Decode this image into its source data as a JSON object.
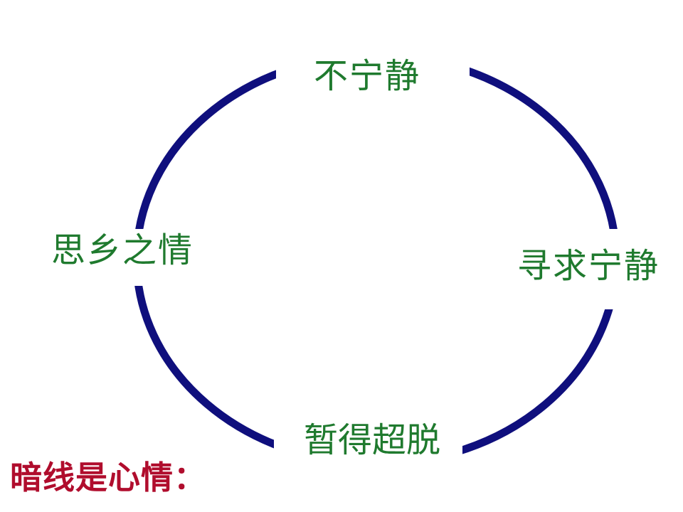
{
  "diagram": {
    "labels": {
      "top": "不宁静",
      "right": "寻求宁静",
      "bottom": "暂得超脱",
      "left": "思乡之情"
    },
    "caption": "暗线是心情：",
    "colors": {
      "circle": "#0F0F7D",
      "label": "#1F7A2E",
      "caption": "#B00D2D"
    }
  }
}
